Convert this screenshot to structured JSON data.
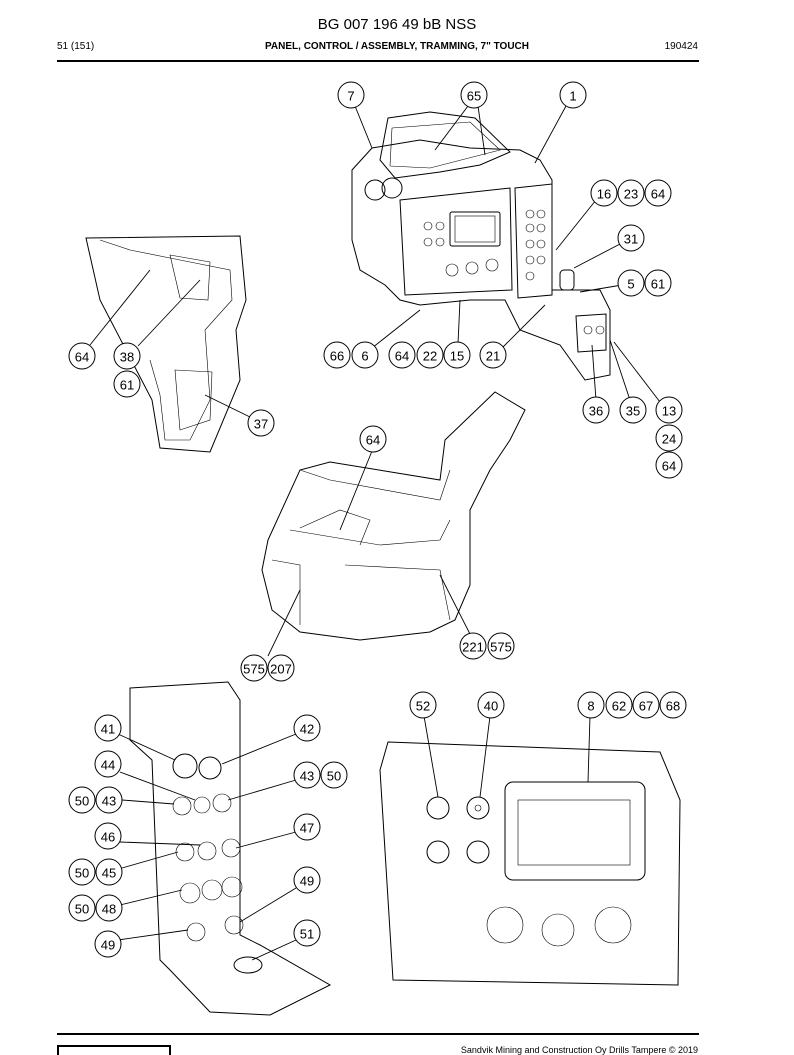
{
  "header": {
    "doc_number": "BG 007 196 49 bB NSS",
    "page": "51 (151)",
    "title": "PANEL, CONTROL / ASSEMBLY, TRAMMING, 7\" TOUCH",
    "date": "190424"
  },
  "footer": {
    "copyright": "Sandvik Mining and Construction Oy Drills Tampere © 2019"
  },
  "callouts": [
    "7",
    "65",
    "1",
    "16",
    "23",
    "64",
    "31",
    "5",
    "61",
    "66",
    "6",
    "64",
    "22",
    "15",
    "21",
    "36",
    "35",
    "13",
    "24",
    "64",
    "64",
    "38",
    "61",
    "37",
    "64",
    "221",
    "575",
    "575",
    "207",
    "52",
    "40",
    "8",
    "62",
    "67",
    "68",
    "41",
    "42",
    "44",
    "43",
    "50",
    "50",
    "43",
    "47",
    "46",
    "50",
    "45",
    "49",
    "50",
    "48",
    "51",
    "49"
  ]
}
